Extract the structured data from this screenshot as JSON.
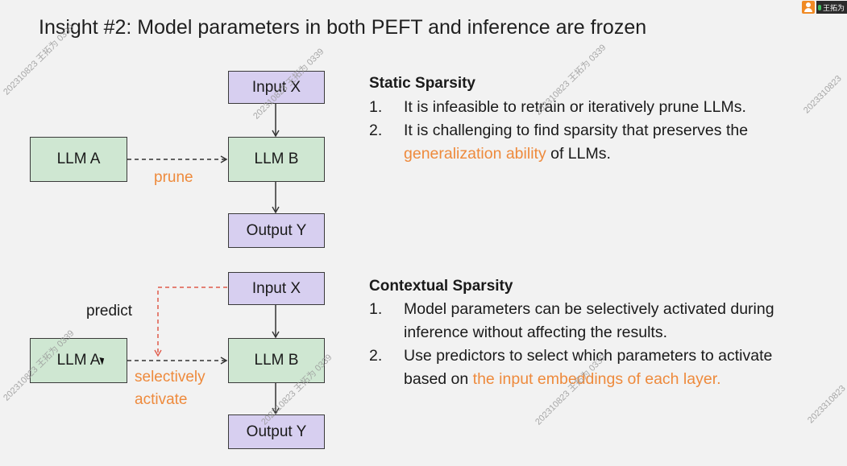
{
  "title": "Insight #2: Model parameters in both PEFT and inference are frozen",
  "static_diagram": {
    "input": "Input X",
    "llm_a": "LLM A",
    "llm_b": "LLM B",
    "output": "Output Y",
    "edge_label": "prune"
  },
  "contextual_diagram": {
    "input": "Input X",
    "llm_a": "LLM A",
    "llm_b": "LLM B",
    "output": "Output Y",
    "predict_label": "predict",
    "edge_label_line1": "selectively",
    "edge_label_line2": "activate"
  },
  "static_sparsity": {
    "heading": "Static Sparsity",
    "items": [
      {
        "num": "1.",
        "line1": "It is infeasible to retrain or iteratively prune LLMs."
      },
      {
        "num": "2.",
        "line1": "It is challenging to find sparsity that preserves the",
        "line2_hl": "generalization ability",
        "line2_rest": " of LLMs."
      }
    ]
  },
  "contextual_sparsity": {
    "heading": "Contextual Sparsity",
    "items": [
      {
        "num": "1.",
        "line1": "Model parameters can be selectively activated during",
        "line2": "inference without affecting the results."
      },
      {
        "num": "2.",
        "line1": "Use predictors to select which parameters to activate",
        "line2_pre": "based on ",
        "line2_hl": "the input embeddings of each layer."
      }
    ]
  },
  "watermark": "202310823 王拓为 0339",
  "watermark_short": "2023310823",
  "topbar": {
    "user_name": "王拓为"
  },
  "colors": {
    "accent": "#ee8a3c",
    "green_box": "#cfe7d2",
    "purple_box": "#d7cff0",
    "predict_arrow": "#e05a4a"
  }
}
